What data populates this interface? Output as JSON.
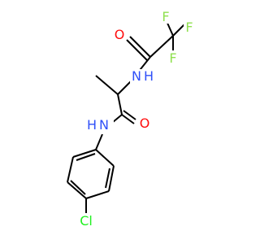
{
  "molecule": {
    "colors": {
      "bond": "#000000",
      "O": "#ff0d0d",
      "N": "#3050f8",
      "F": "#90e050",
      "Cl": "#1ff01f",
      "background": "#ffffff"
    },
    "labels": {
      "o_top": "O",
      "n_top": "N",
      "h_top": "H",
      "f1": "F",
      "f2": "F",
      "f3": "F",
      "o_mid": "O",
      "n_mid": "N",
      "h_mid": "H",
      "cl": "Cl"
    }
  }
}
